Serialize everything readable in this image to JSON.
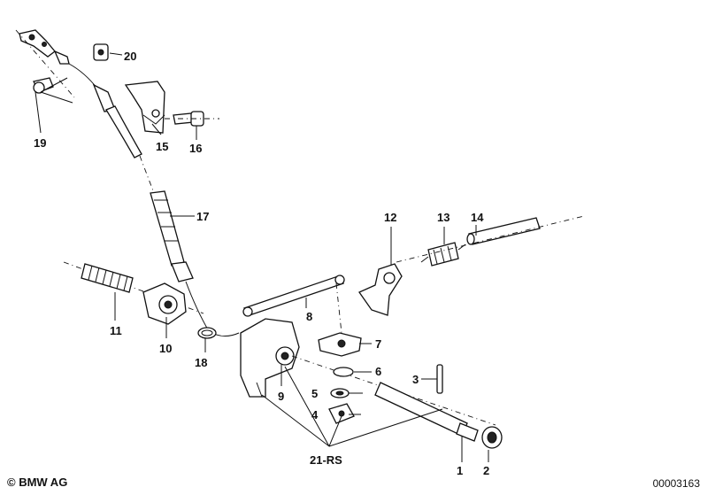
{
  "callouts": {
    "c1": "1",
    "c2": "2",
    "c3": "3",
    "c4": "4",
    "c5": "5",
    "c6": "6",
    "c7": "7",
    "c8": "8",
    "c9": "9",
    "c10": "10",
    "c11": "11",
    "c12": "12",
    "c13": "13",
    "c14": "14",
    "c15": "15",
    "c16": "16",
    "c17": "17",
    "c18": "18",
    "c19": "19",
    "c20": "20",
    "c21": "21-RS"
  },
  "footer": {
    "copyright": "© BMW AG",
    "document_number": "00003163"
  }
}
